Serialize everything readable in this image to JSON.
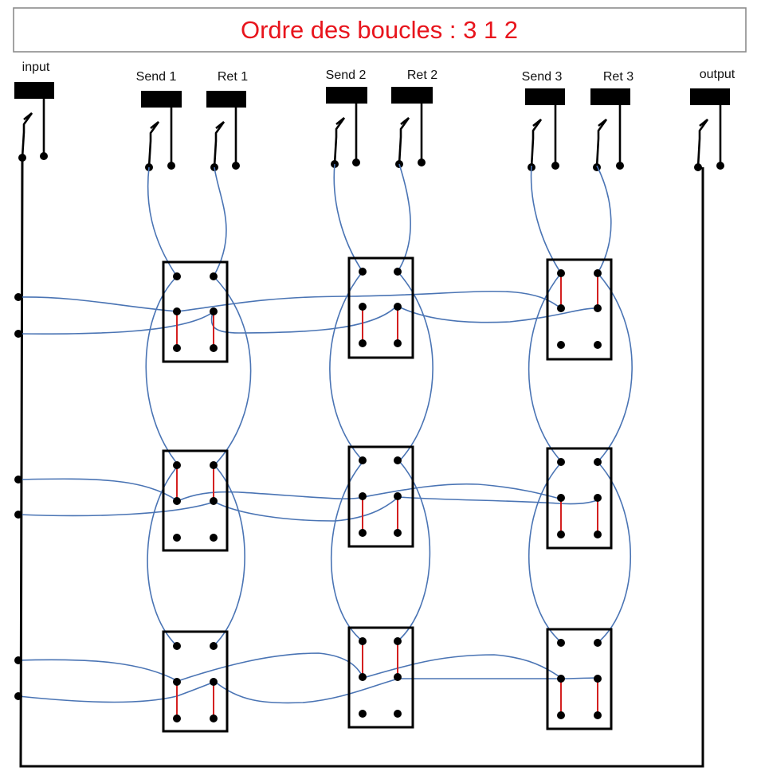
{
  "title": "Ordre des boucles : 3 1 2",
  "title_color": "#e8141c",
  "wire_color": "#4a74b4",
  "bridge_color": "#d42020",
  "jacks": {
    "input": "input",
    "send1": "Send 1",
    "ret1": "Ret 1",
    "send2": "Send 2",
    "ret2": "Ret 2",
    "send3": "Send 3",
    "ret3": "Ret 3",
    "output": "output"
  }
}
